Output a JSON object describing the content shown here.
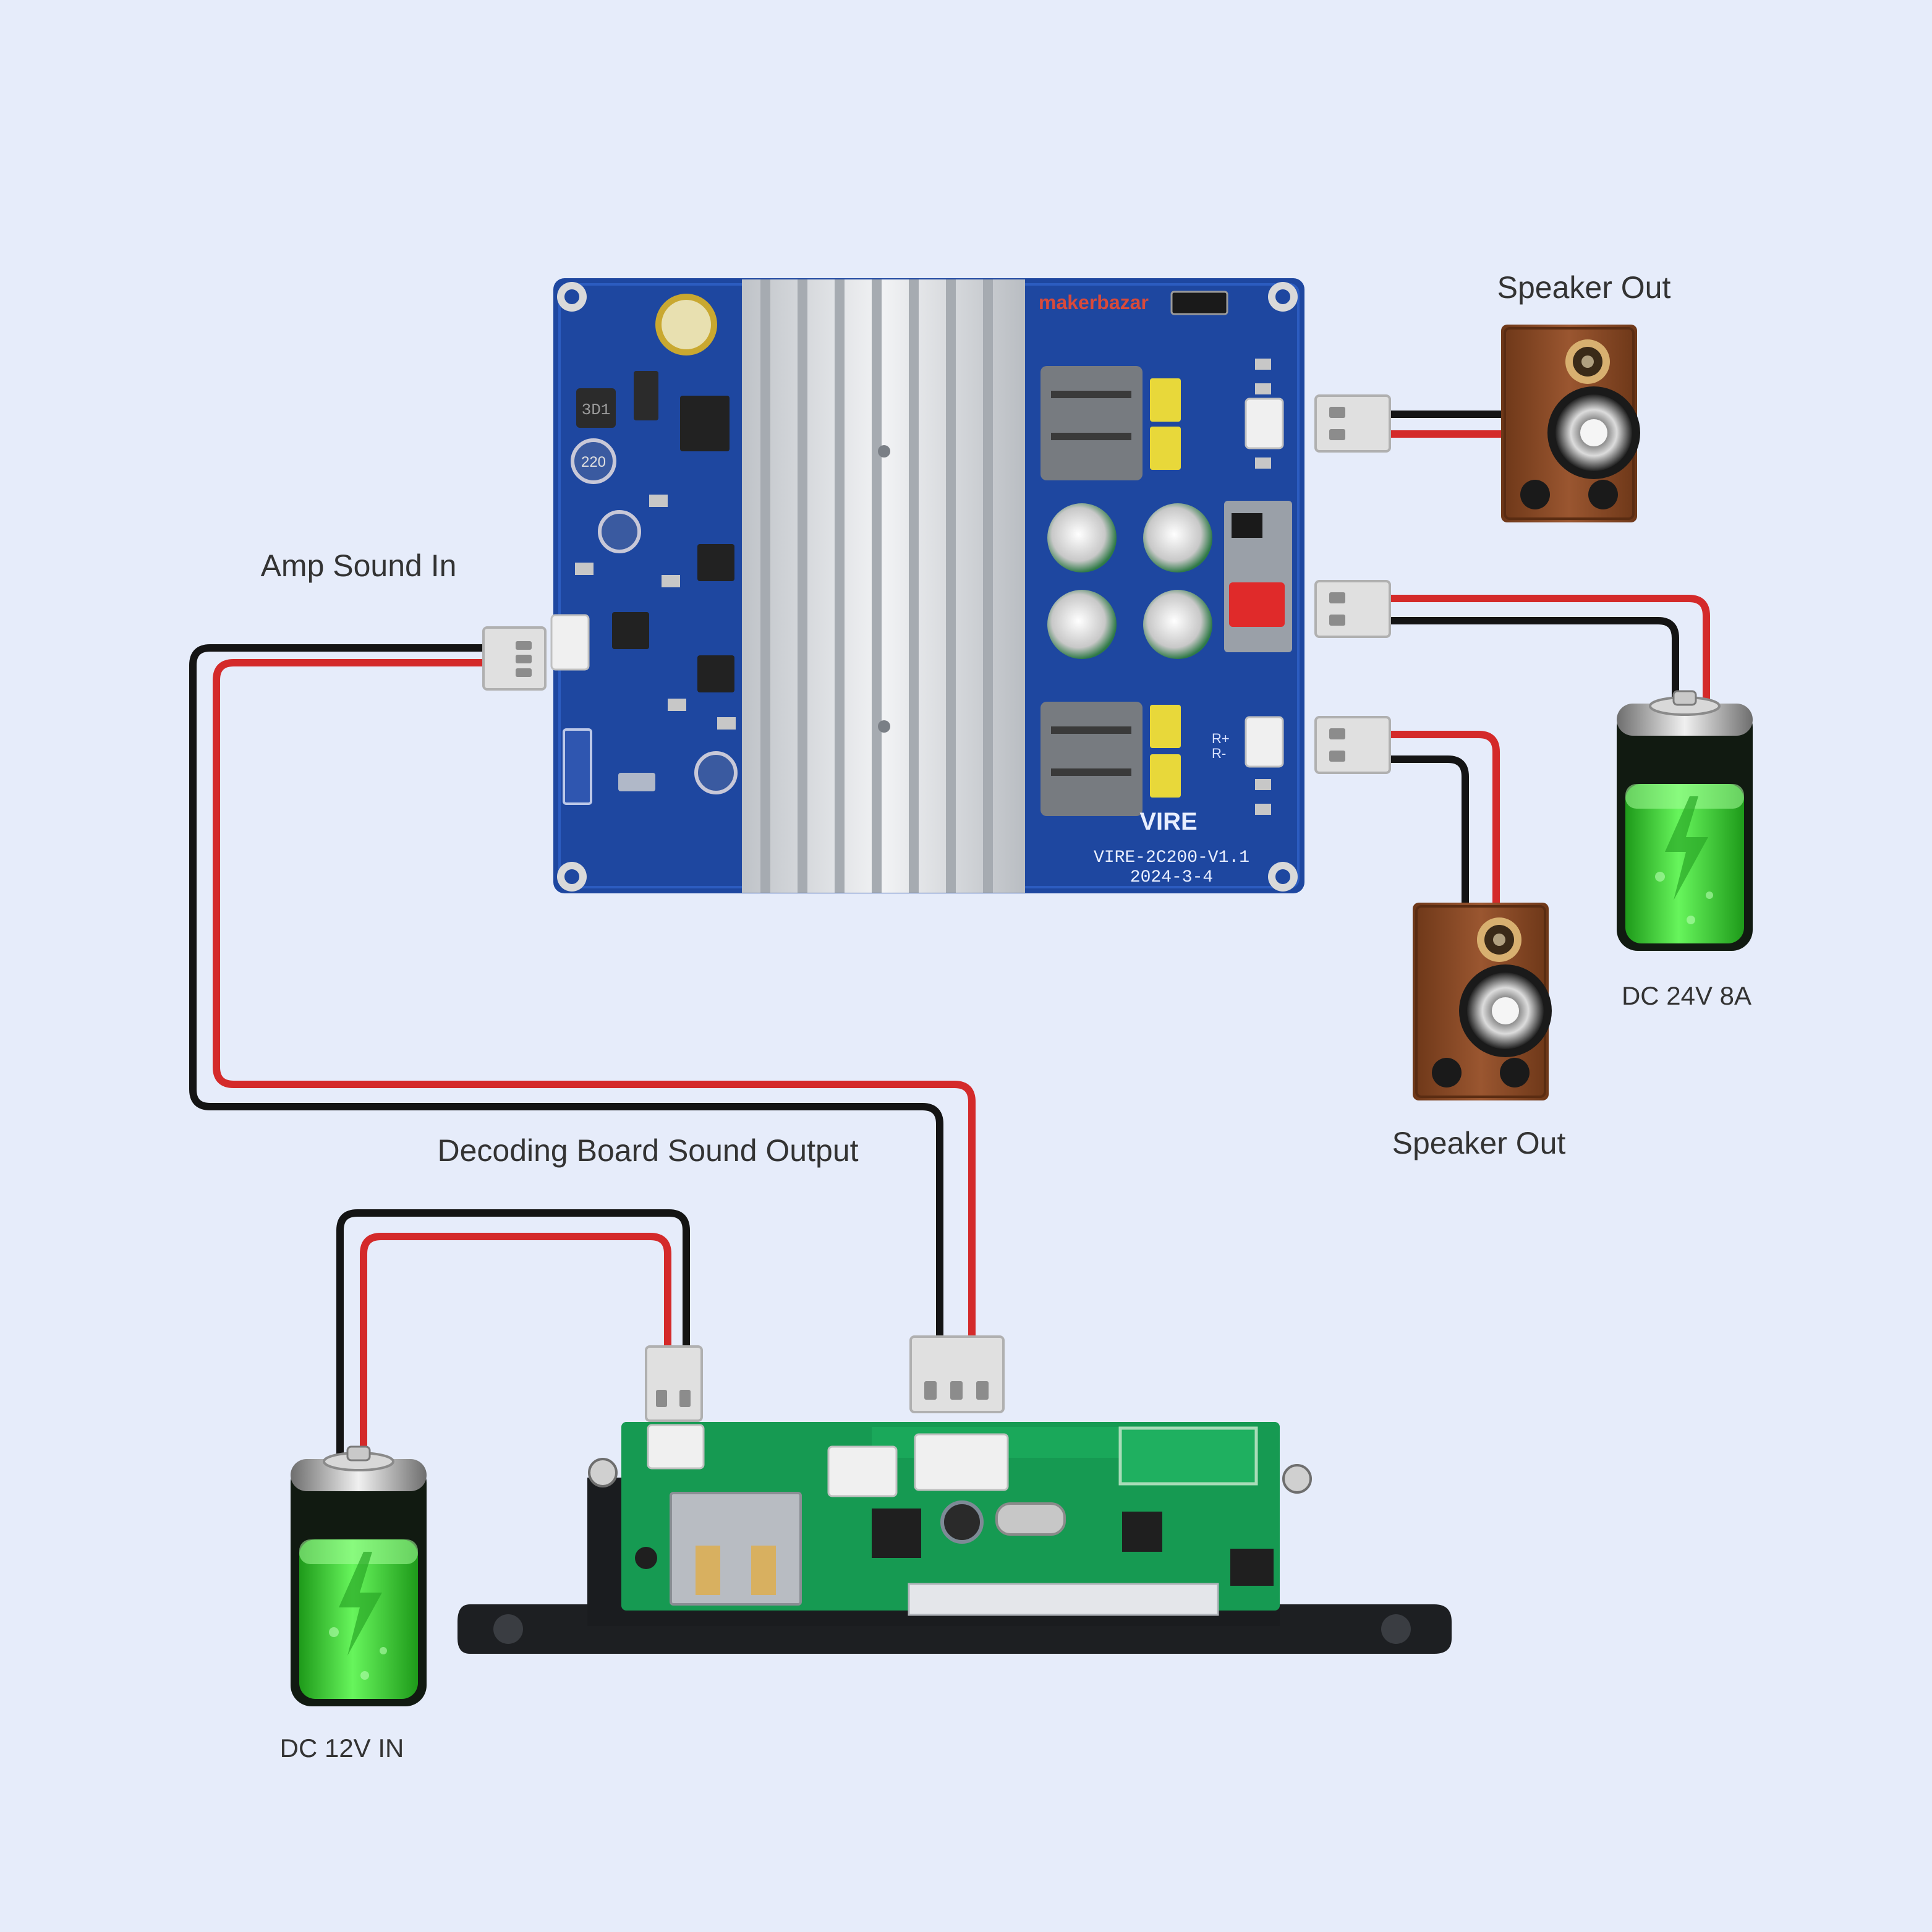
{
  "labels": {
    "speaker_out_top": "Speaker Out",
    "speaker_out_bottom": "Speaker Out",
    "amp_sound_in": "Amp Sound In",
    "dc_24v": "DC 24V 8A",
    "decoding_output": "Decoding Board Sound Output",
    "dc_12v": "DC 12V IN"
  },
  "amp_board": {
    "brand": "makerbazar",
    "model": "VIRE-2C200-V1.1",
    "date": "2024-3-4",
    "logo_text": "VIRE",
    "inductor_code": "3D1",
    "cap_code": "220",
    "channel_labels": [
      "R+",
      "R-"
    ]
  },
  "wire_colors": {
    "positive": "#d42a2a",
    "negative": "#141414"
  },
  "colors": {
    "background": "#e6ecfa",
    "amp_pcb": "#1e47a0",
    "decoder_pcb": "#169a52",
    "battery_fluid": "#3fe23a",
    "speaker_wood": "#8a4a26"
  }
}
